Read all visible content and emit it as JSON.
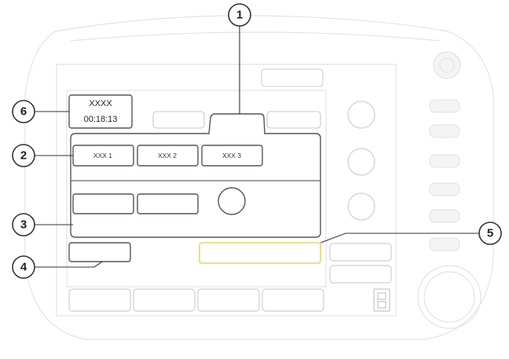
{
  "status_box": {
    "title": "XXXX",
    "timer": "00:18:13"
  },
  "tab_buttons": [
    {
      "label": "XXX 1"
    },
    {
      "label": "XXX 2"
    },
    {
      "label": "XXX 3"
    }
  ],
  "callouts": [
    "1",
    "2",
    "3",
    "4",
    "5",
    "6"
  ],
  "colors": {
    "highlight": "#e8d36a",
    "outline": "#555555",
    "device_outline": "#e3e3e3"
  }
}
